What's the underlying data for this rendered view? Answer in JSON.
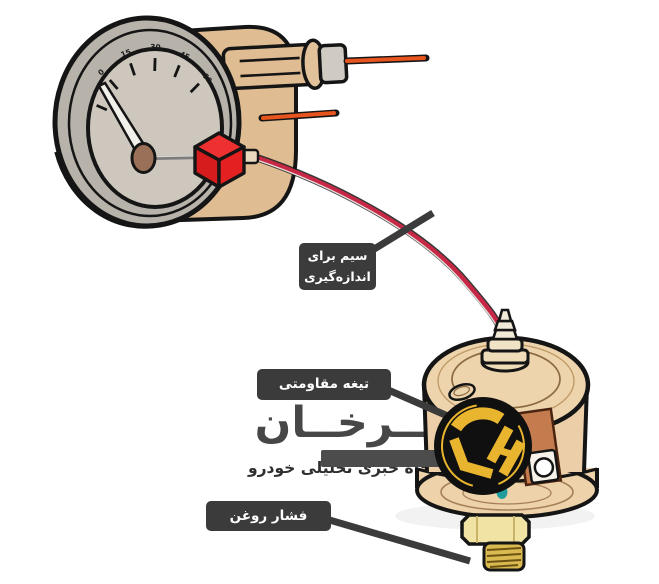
{
  "diagram": {
    "subject": "oil-pressure-gauge-and-sender",
    "labels": {
      "measuring_wire": {
        "line1": "سیم برای",
        "line2": "اندازه‌گیری"
      },
      "resistive_blade": "تیغه مقاومتی",
      "oil_pressure": "فشار روغن"
    },
    "gauge": {
      "tick_labels": [
        "0",
        "15",
        "30",
        "45",
        "60"
      ]
    }
  },
  "watermark": {
    "title": "چــرخــان",
    "subtitle": "پایگاه خبری تحلیلی خودرو",
    "logo_monogram": "CH"
  },
  "colors": {
    "label_bg": "#3b3b3b",
    "gauge_body_tan": "#dfbc92",
    "gauge_face_gray": "#cdc7bd",
    "bezel_gray": "#b7b2aa",
    "connector_cube_red": "#e52020",
    "measuring_wire_red": "#c62846",
    "power_wire_orange": "#e8541d",
    "sender_body_tan": "#eccfa8",
    "copper_plate": "#c47c4f",
    "brass_nut": "#f0e3a4",
    "brass_thread": "#d9ba50",
    "teal_drop": "#1f9d9e",
    "logo_gold": "#e9b42e",
    "logo_black": "#101010"
  }
}
